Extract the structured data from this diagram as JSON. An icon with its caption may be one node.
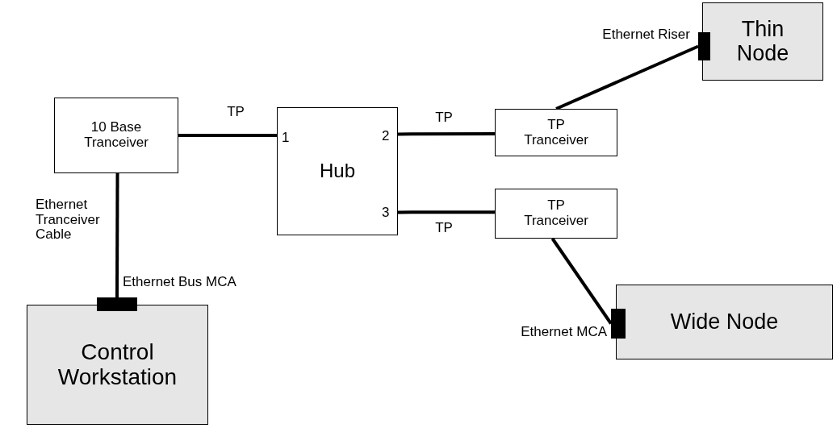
{
  "diagram": {
    "nodes": [
      {
        "text": [
          "10 Base Tranceiver"
        ]
      },
      {
        "text": [
          "Hub"
        ]
      },
      {
        "text": [
          "TP Tranceiver"
        ]
      },
      {
        "text": [
          "TP Tranceiver"
        ]
      },
      {
        "text": [
          "Thin Node"
        ]
      },
      {
        "text": [],
        "shape": "bar",
        "beside": [
          "Ethernet Riser"
        ]
      },
      {
        "text": [
          "Wide Node"
        ]
      },
      {
        "text": [],
        "shape": "bar",
        "beside": [
          "Ethernet MCA"
        ]
      },
      {
        "text": [
          "Control Workstation"
        ]
      },
      {
        "text": [],
        "shape": "bar",
        "beside": [
          "Ethernet Bus MCA"
        ]
      }
    ],
    "edges": [
      {
        "from": 0,
        "to": 1,
        "arrow": "none",
        "label": "TP"
      },
      {
        "from": 1,
        "to": 2,
        "arrow": "none",
        "label": "TP"
      },
      {
        "from": 1,
        "to": 3,
        "arrow": "none",
        "label": "TP"
      },
      {
        "from": 0,
        "to": 9,
        "arrow": "none",
        "label": "Ethernet Tranceiver Cable"
      },
      {
        "from": 2,
        "to": 5,
        "arrow": "none"
      },
      {
        "from": 3,
        "to": 7,
        "arrow": "none"
      }
    ],
    "labels": [
      "1",
      "2",
      "3"
    ]
  }
}
